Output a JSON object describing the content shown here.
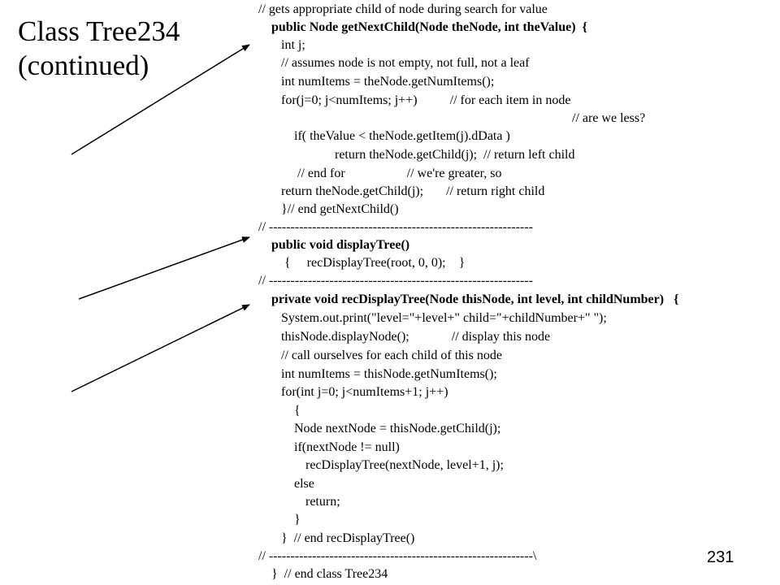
{
  "title": {
    "line1": "Class Tree234",
    "line2": "(continued)"
  },
  "code_lines": [
    {
      "text": "// gets appropriate child of node during search for value",
      "bold": false
    },
    {
      "text": "public Node getNextChild(Node theNode, int theValue)  {",
      "bold": true
    },
    {
      "text": "int j;",
      "bold": false
    },
    {
      "text": "// assumes node is not empty, not full, not a leaf",
      "bold": false
    },
    {
      "text": "int numItems = theNode.getNumItems();",
      "bold": false
    },
    {
      "text": "for(j=0; j<numItems; j++)          // for each item in node",
      "bold": false
    },
    {
      "text": "// are we less?",
      "bold": false
    },
    {
      "text": "if( theValue < theNode.getItem(j).dData )",
      "bold": false
    },
    {
      "text": "return theNode.getChild(j);  // return left child",
      "bold": false
    },
    {
      "text": "// end for                   // we're greater, so",
      "bold": false
    },
    {
      "text": "return theNode.getChild(j);       // return right child",
      "bold": false
    },
    {
      "text": "}// end getNextChild()",
      "bold": false
    },
    {
      "text": "// -------------------------------------------------------------",
      "bold": false
    },
    {
      "text": "public void displayTree()",
      "bold": true
    },
    {
      "text": "{     recDisplayTree(root, 0, 0);    }",
      "bold": false
    },
    {
      "text": "// -------------------------------------------------------------",
      "bold": false
    },
    {
      "text": "private void recDisplayTree(Node thisNode, int level, int childNumber)   {",
      "bold": true
    },
    {
      "text": "System.out.print(\"level=\"+level+\" child=\"+childNumber+\" \");",
      "bold": false
    },
    {
      "text": "thisNode.displayNode();             // display this node",
      "bold": false
    },
    {
      "text": "// call ourselves for each child of this node",
      "bold": false
    },
    {
      "text": "int numItems = thisNode.getNumItems();",
      "bold": false
    },
    {
      "text": "for(int j=0; j<numItems+1; j++)",
      "bold": false
    },
    {
      "text": "{",
      "bold": false
    },
    {
      "text": "Node nextNode = thisNode.getChild(j);",
      "bold": false
    },
    {
      "text": "if(nextNode != null)",
      "bold": false
    },
    {
      "text": "recDisplayTree(nextNode, level+1, j);",
      "bold": false
    },
    {
      "text": "else",
      "bold": false
    },
    {
      "text": "return;",
      "bold": false
    },
    {
      "text": "}",
      "bold": false
    },
    {
      "text": "}  // end recDisplayTree()",
      "bold": false
    },
    {
      "text": "// -------------------------------------------------------------\\",
      "bold": false
    },
    {
      "text": "}  // end class Tree234",
      "bold": false
    }
  ],
  "page_number": "231"
}
